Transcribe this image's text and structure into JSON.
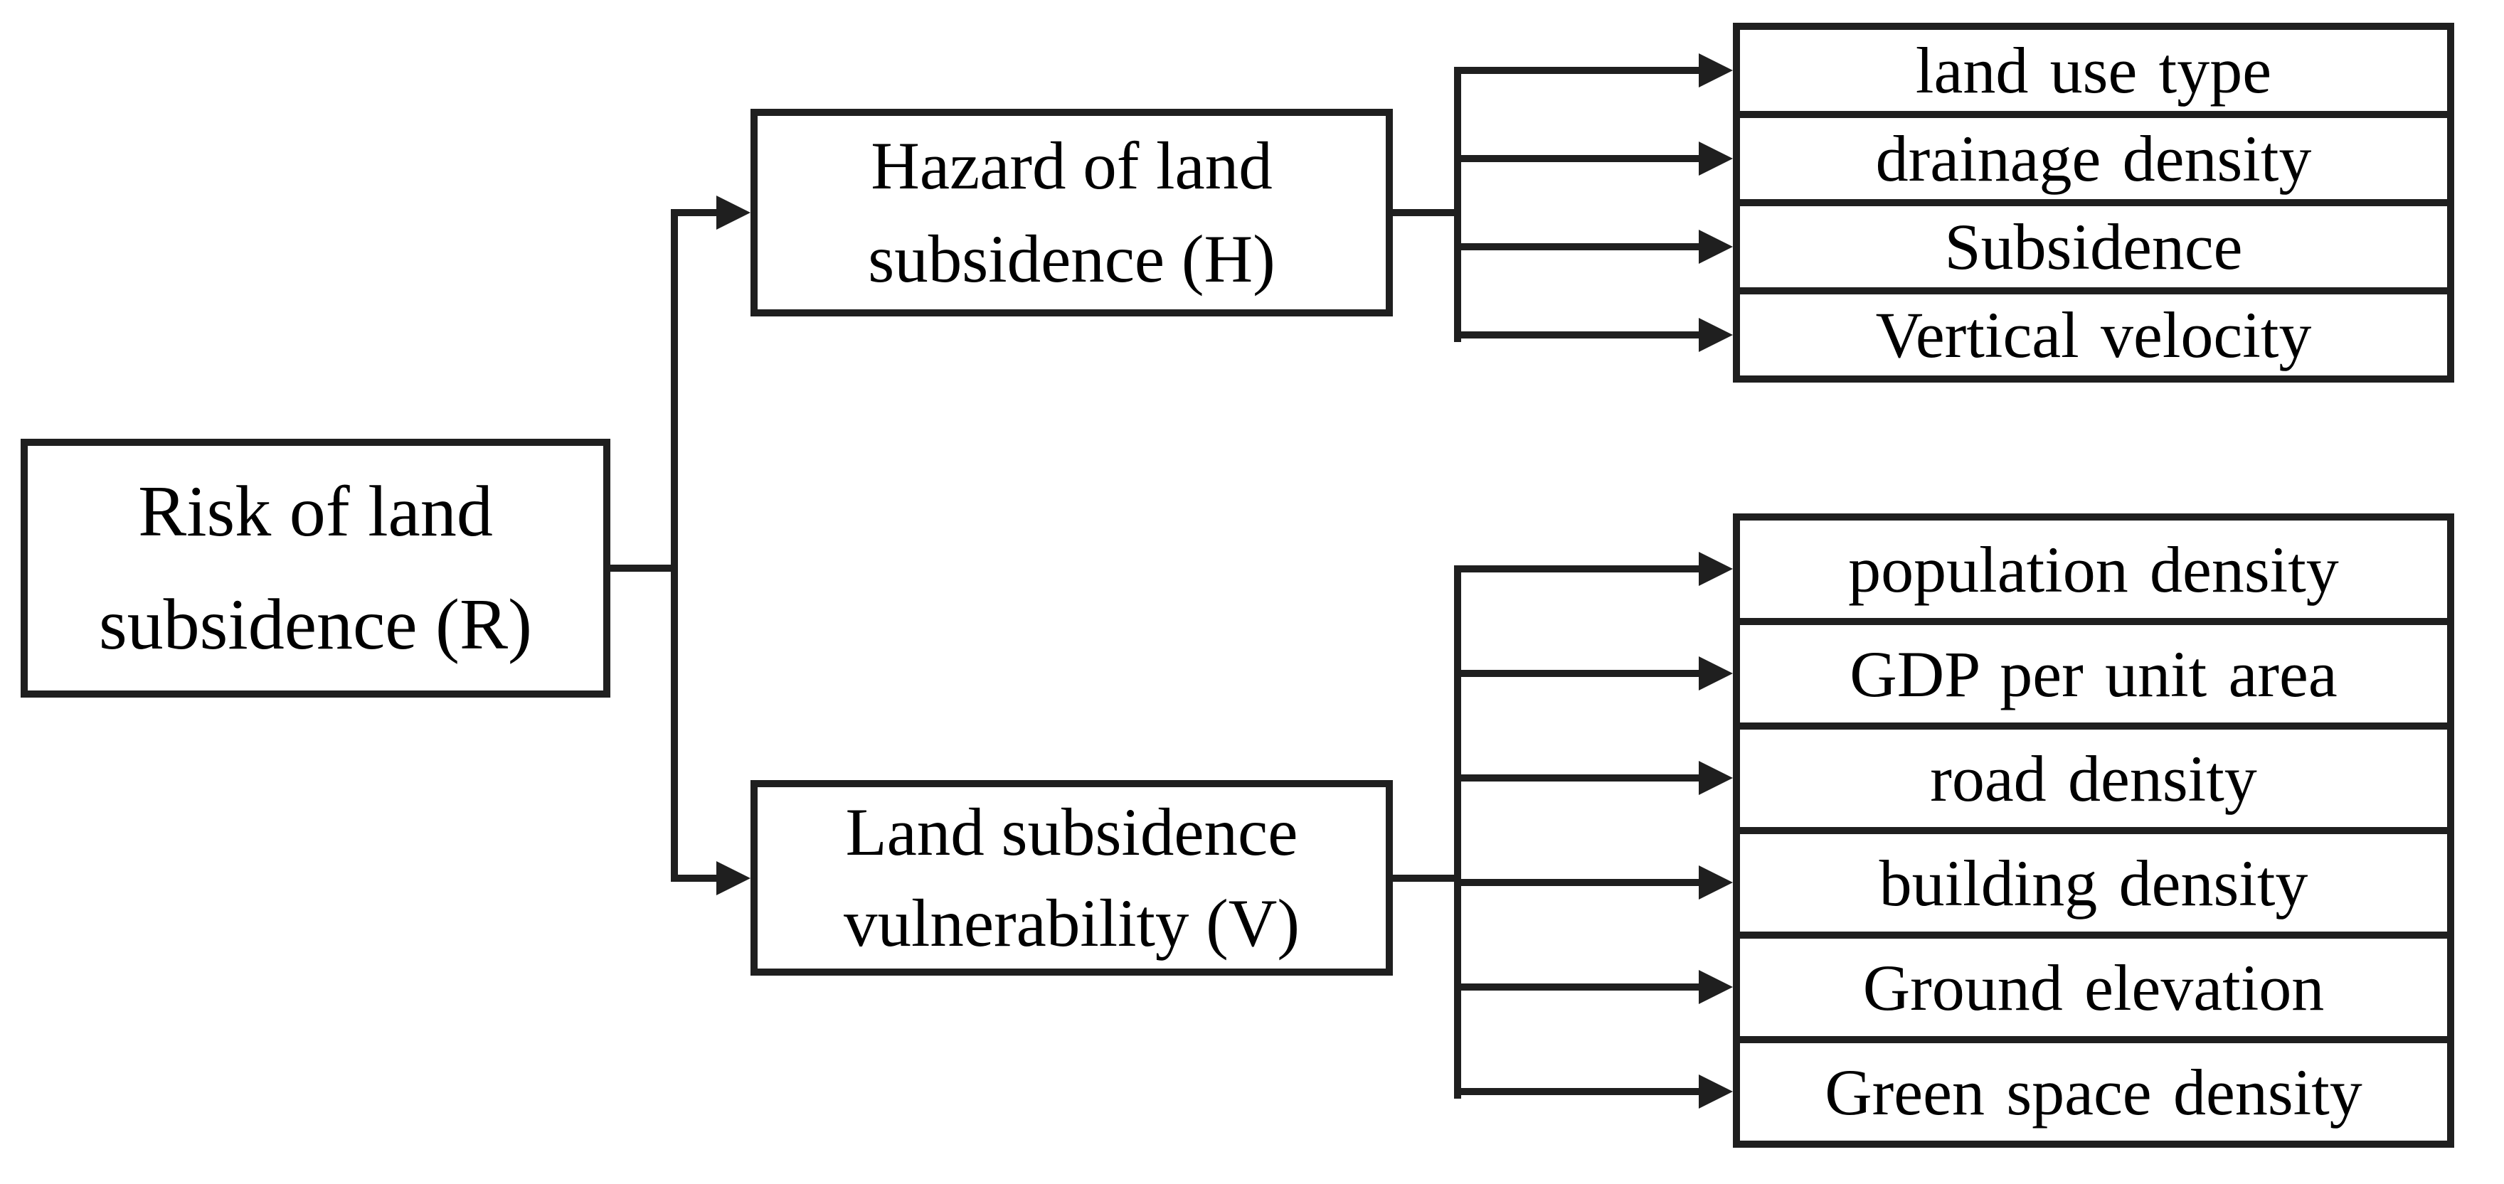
{
  "figure": {
    "title": "Risk of land subsidence indicator hierarchy",
    "colors": {
      "line": "#1f1f1f",
      "text": "#000000",
      "background": "#ffffff"
    },
    "root": {
      "label": "Risk of land subsidence (R)"
    },
    "branches": [
      {
        "label": "Hazard of land subsidence (H)",
        "children": [
          "land use type",
          "drainage density",
          "Subsidence",
          "Vertical velocity"
        ]
      },
      {
        "label": "Land subsidence vulnerability (V)",
        "children": [
          "population density",
          "GDP per unit area",
          "road density",
          "building density",
          "Ground elevation",
          "Green space density"
        ]
      }
    ]
  }
}
